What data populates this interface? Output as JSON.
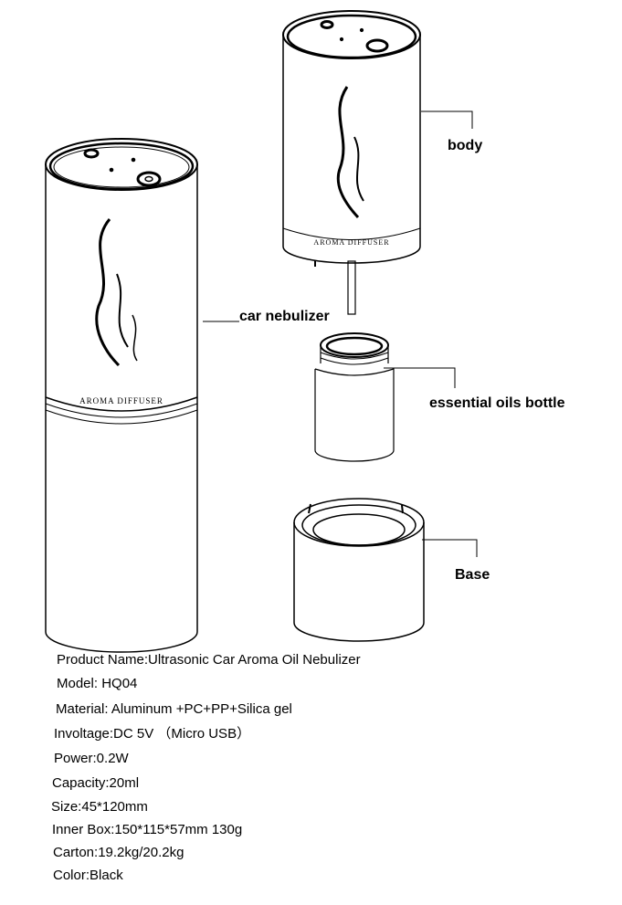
{
  "product_print": "AROMA DIFFUSER",
  "callouts": {
    "body": "body",
    "car_nebulizer": "car nebulizer",
    "bottle": "essential oils bottle",
    "base": "Base"
  },
  "specs": [
    "Product Name:Ultrasonic Car Aroma Oil Nebulizer",
    "Model: HQ04",
    "Material: Aluminum +PC+PP+Silica gel",
    "Involtage:DC 5V （Micro USB）",
    "Power:0.2W",
    "Capacity:20ml",
    "Size:45*120mm",
    "Inner Box:150*115*57mm  130g",
    "Carton:19.2kg/20.2kg",
    "Color:Black"
  ]
}
